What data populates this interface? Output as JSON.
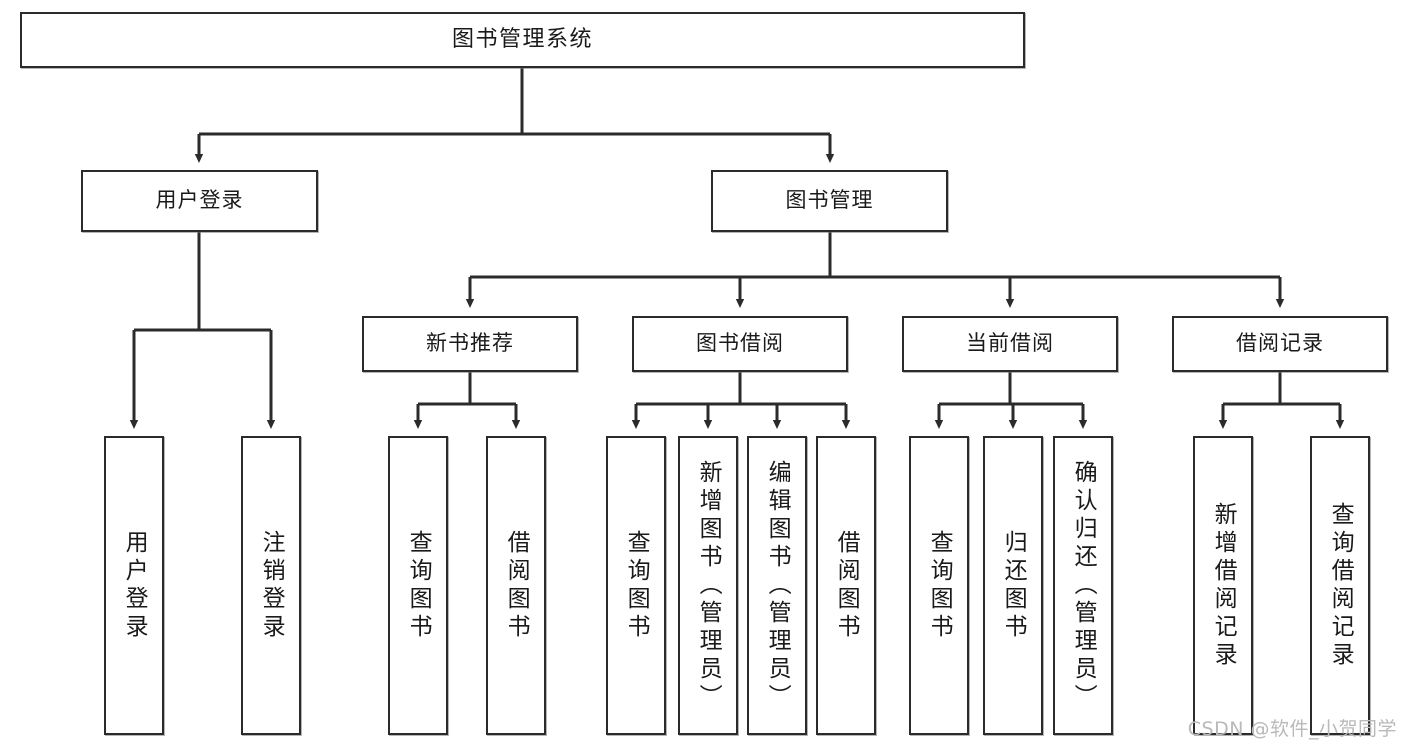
{
  "diagram": {
    "type": "tree",
    "title": "图书管理系统",
    "watermark": "CSDN @软件_小贺同学",
    "colors": {
      "border": "#2b2b2b",
      "background": "#ffffff",
      "text": "#1a1a1a",
      "watermark": "#b9b9b9"
    },
    "levels": {
      "root": {
        "label": "图书管理系统"
      },
      "level2": [
        {
          "label": "用户登录"
        },
        {
          "label": "图书管理"
        }
      ],
      "level3": [
        {
          "label": "新书推荐"
        },
        {
          "label": "图书借阅"
        },
        {
          "label": "当前借阅"
        },
        {
          "label": "借阅记录"
        }
      ],
      "leaves": [
        {
          "label": "用户登录",
          "parent": "用户登录"
        },
        {
          "label": "注销登录",
          "parent": "用户登录"
        },
        {
          "label": "查询图书",
          "parent": "新书推荐"
        },
        {
          "label": "借阅图书",
          "parent": "新书推荐"
        },
        {
          "label": "查询图书",
          "parent": "图书借阅"
        },
        {
          "label": "新增图书（管理员）",
          "parent": "图书借阅"
        },
        {
          "label": "编辑图书（管理员）",
          "parent": "图书借阅"
        },
        {
          "label": "借阅图书",
          "parent": "图书借阅"
        },
        {
          "label": "查询图书",
          "parent": "当前借阅"
        },
        {
          "label": "归还图书",
          "parent": "当前借阅"
        },
        {
          "label": "确认归还（管理员）",
          "parent": "当前借阅"
        },
        {
          "label": "新增借阅记录",
          "parent": "借阅记录"
        },
        {
          "label": "查询借阅记录",
          "parent": "借阅记录"
        }
      ]
    }
  }
}
